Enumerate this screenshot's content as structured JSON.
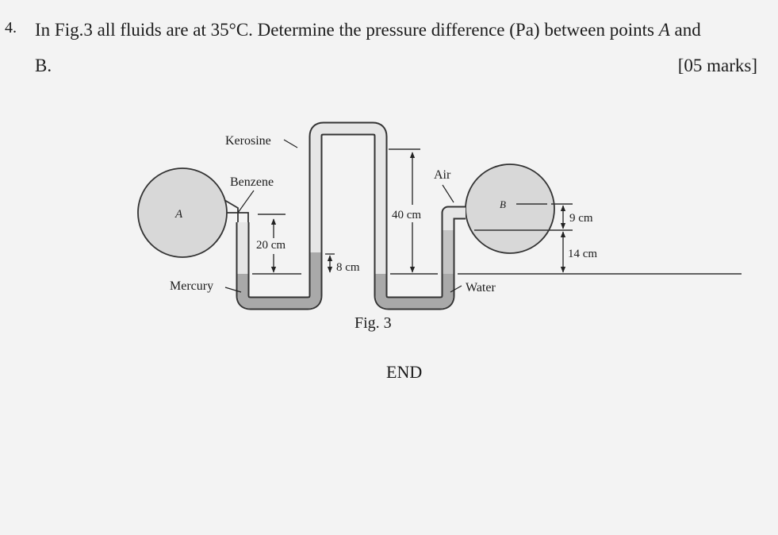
{
  "question": {
    "number": "4.",
    "line1_before": "In Fig.3 all fluids are at 35°C. Determine the pressure difference (Pa) between points ",
    "point_a": "A",
    "line1_after": " and",
    "line2": "B.",
    "marks": "[05 marks]"
  },
  "figure": {
    "labels": {
      "kerosine": "Kerosine",
      "benzene": "Benzene",
      "air": "Air",
      "a": "A",
      "b": "B",
      "mercury": "Mercury",
      "water": "Water",
      "dim_20": "20 cm",
      "dim_8": "8 cm",
      "dim_40": "40 cm",
      "dim_9": "9 cm",
      "dim_14": "14 cm"
    },
    "caption": "Fig. 3"
  },
  "footer": {
    "end": "END"
  }
}
